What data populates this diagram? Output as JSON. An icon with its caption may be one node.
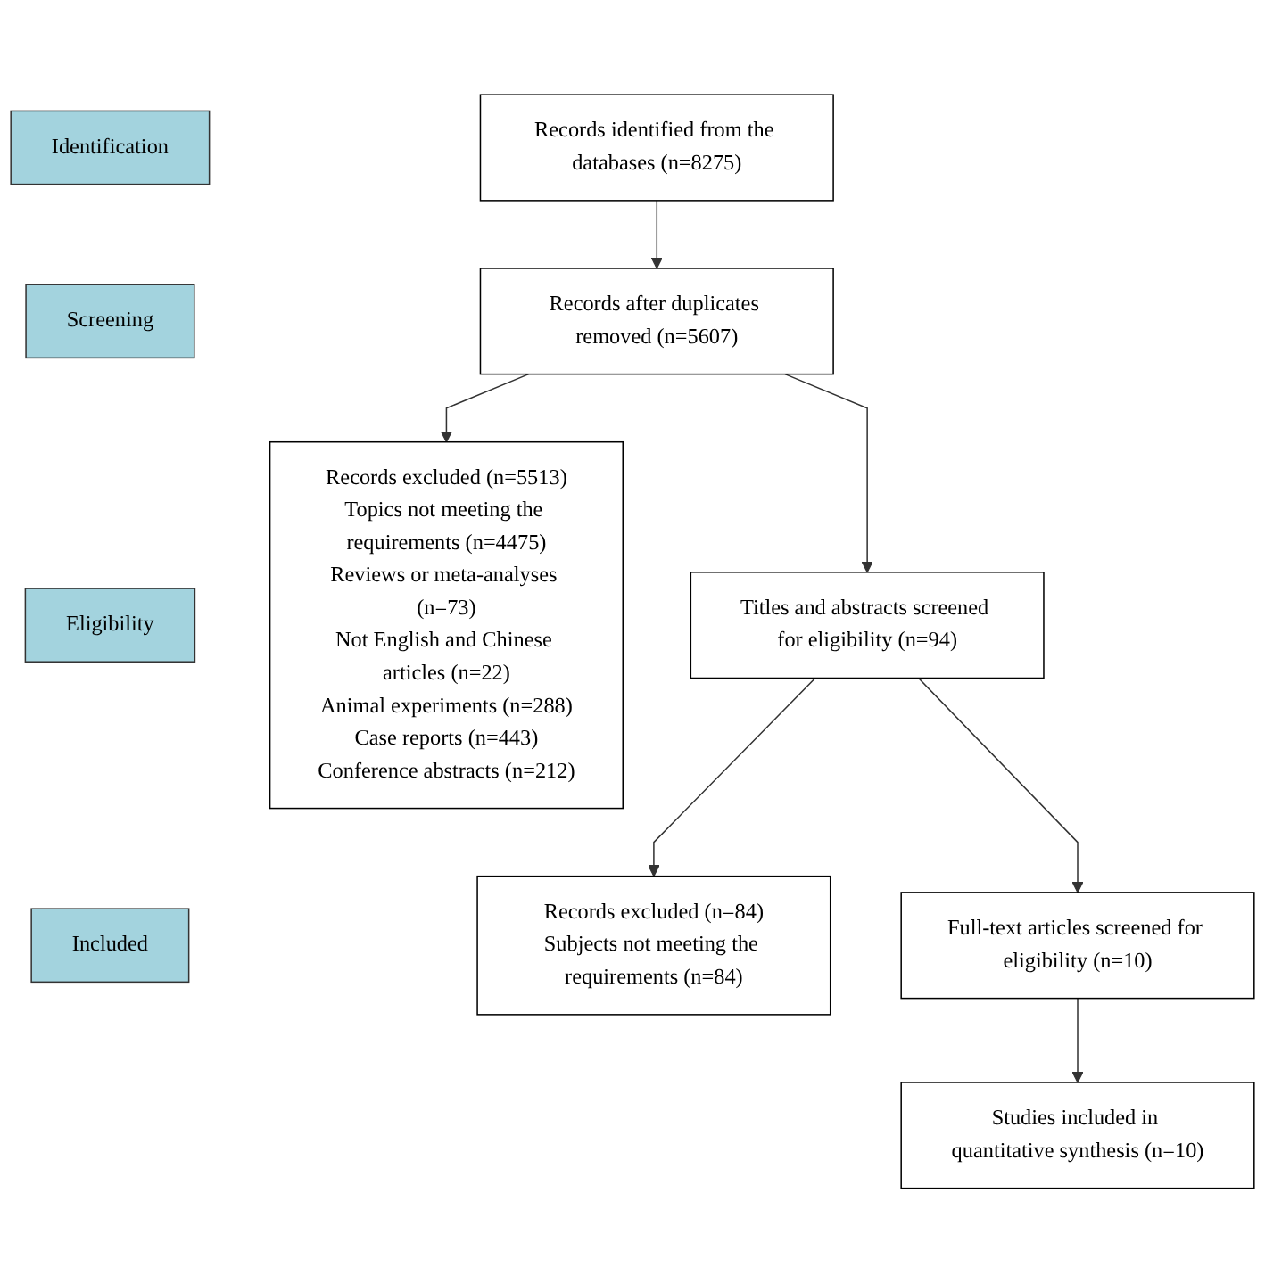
{
  "diagram": {
    "nodes": [
      {
        "text": [
          "Identification"
        ]
      },
      {
        "text": [
          "Screening"
        ]
      },
      {
        "text": [
          "Eligibility"
        ]
      },
      {
        "text": [
          "Included"
        ]
      },
      {
        "text": [
          "Records identified from the databases (n=8275)"
        ]
      },
      {
        "text": [
          "Records after duplicates removed (n=5607)"
        ]
      },
      {
        "text": [
          "Records excluded (n=5513)",
          "Topics not meeting the requirements (n=4475)",
          "Reviews or meta-analyses (n=73)",
          "Not English and Chinese articles (n=22)",
          "Animal experiments (n=288)",
          "Case reports (n=443)",
          "Conference abstracts (n=212)"
        ]
      },
      {
        "text": [
          "Titles and abstracts screened for eligibility (n=94)"
        ]
      },
      {
        "text": [
          "Records excluded (n=84)",
          "Subjects not meeting the requirements (n=84)"
        ]
      },
      {
        "text": [
          "Full-text articles screened for eligibility (n=10)"
        ]
      },
      {
        "text": [
          "Studies included in quantitative synthesis (n=10)"
        ]
      }
    ],
    "edges": [
      {
        "from": 4,
        "to": 5,
        "arrow": "to"
      },
      {
        "from": 5,
        "to": 7,
        "arrow": "to"
      },
      {
        "from": 5,
        "to": 6,
        "arrow": "to"
      },
      {
        "from": 7,
        "to": 9,
        "arrow": "to"
      },
      {
        "from": 7,
        "to": 8,
        "arrow": "to"
      },
      {
        "from": 9,
        "to": 10,
        "arrow": "to"
      }
    ]
  }
}
